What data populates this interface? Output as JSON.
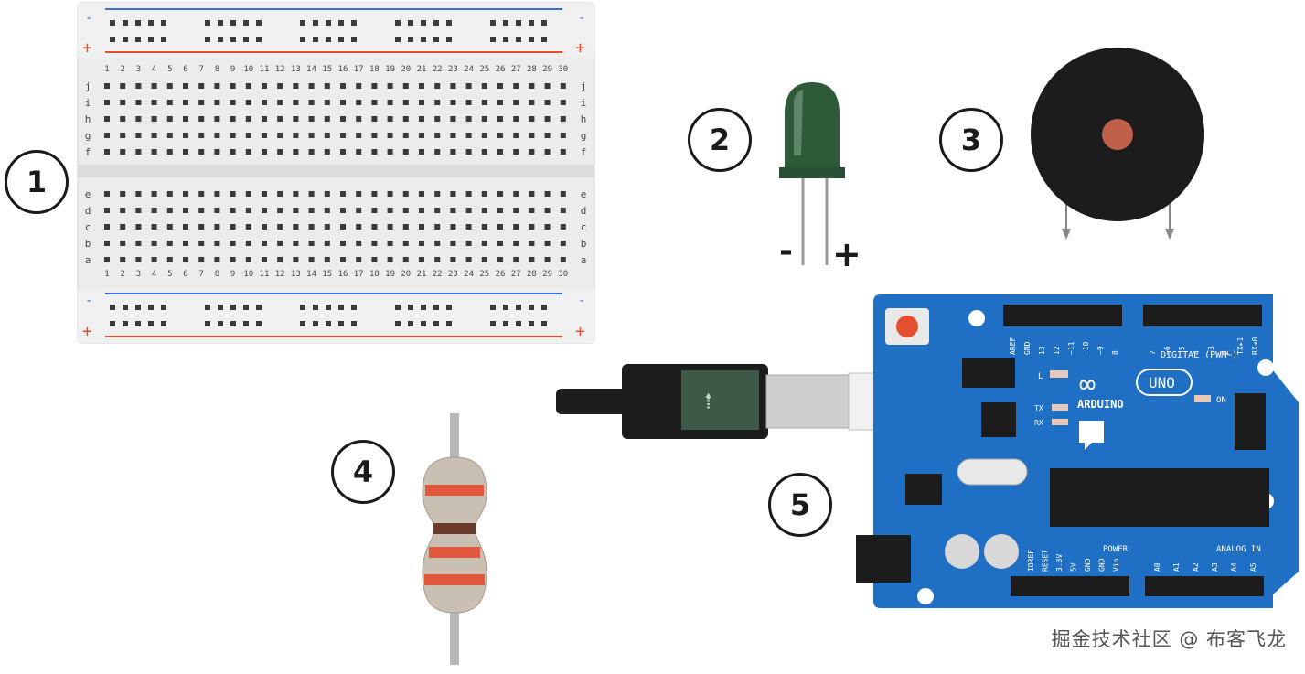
{
  "labels": {
    "breadboard": "1",
    "led": "2",
    "buzzer": "3",
    "resistor": "4",
    "arduino": "5"
  },
  "breadboard": {
    "plus": "+",
    "minus": "-",
    "rows_top": [
      "j",
      "i",
      "h",
      "g",
      "f"
    ],
    "rows_bottom": [
      "e",
      "d",
      "c",
      "b",
      "a"
    ],
    "columns": [
      "1",
      "2",
      "3",
      "4",
      "5",
      "6",
      "7",
      "8",
      "9",
      "10",
      "11",
      "12",
      "13",
      "14",
      "15",
      "16",
      "17",
      "18",
      "19",
      "20",
      "21",
      "22",
      "23",
      "24",
      "25",
      "26",
      "27",
      "28",
      "29",
      "30"
    ]
  },
  "led": {
    "minus": "-",
    "plus": "+",
    "body_color": "#2f5a3a"
  },
  "buzzer": {
    "body_color": "#1c1c1c",
    "center_color": "#c0604a"
  },
  "resistor": {
    "band_color": "#e0573c"
  },
  "arduino": {
    "brand": "ARDUINO",
    "model": "UNO",
    "digital_label": "DIGITAL (PWM~)",
    "power_label": "POWER",
    "analog_label": "ANALOG IN",
    "on_label": "ON",
    "l_label": "L",
    "tx_label": "TX",
    "rx_label": "RX",
    "digital_pins_left": [
      "AREF",
      "GND",
      "13",
      "12",
      "~11",
      "~10",
      "~9",
      "8"
    ],
    "digital_pins_right": [
      "7",
      "~6",
      "~5",
      "4",
      "~3",
      "2",
      "TX▸1",
      "RX◂0"
    ],
    "power_pins": [
      "IOREF",
      "RESET",
      "3.3V",
      "5V",
      "GND",
      "GND",
      "Vin"
    ],
    "analog_pins": [
      "A0",
      "A1",
      "A2",
      "A3",
      "A4",
      "A5"
    ],
    "board_color": "#1f6fc5"
  },
  "watermark": "掘金技术社区 @ 布客飞龙"
}
